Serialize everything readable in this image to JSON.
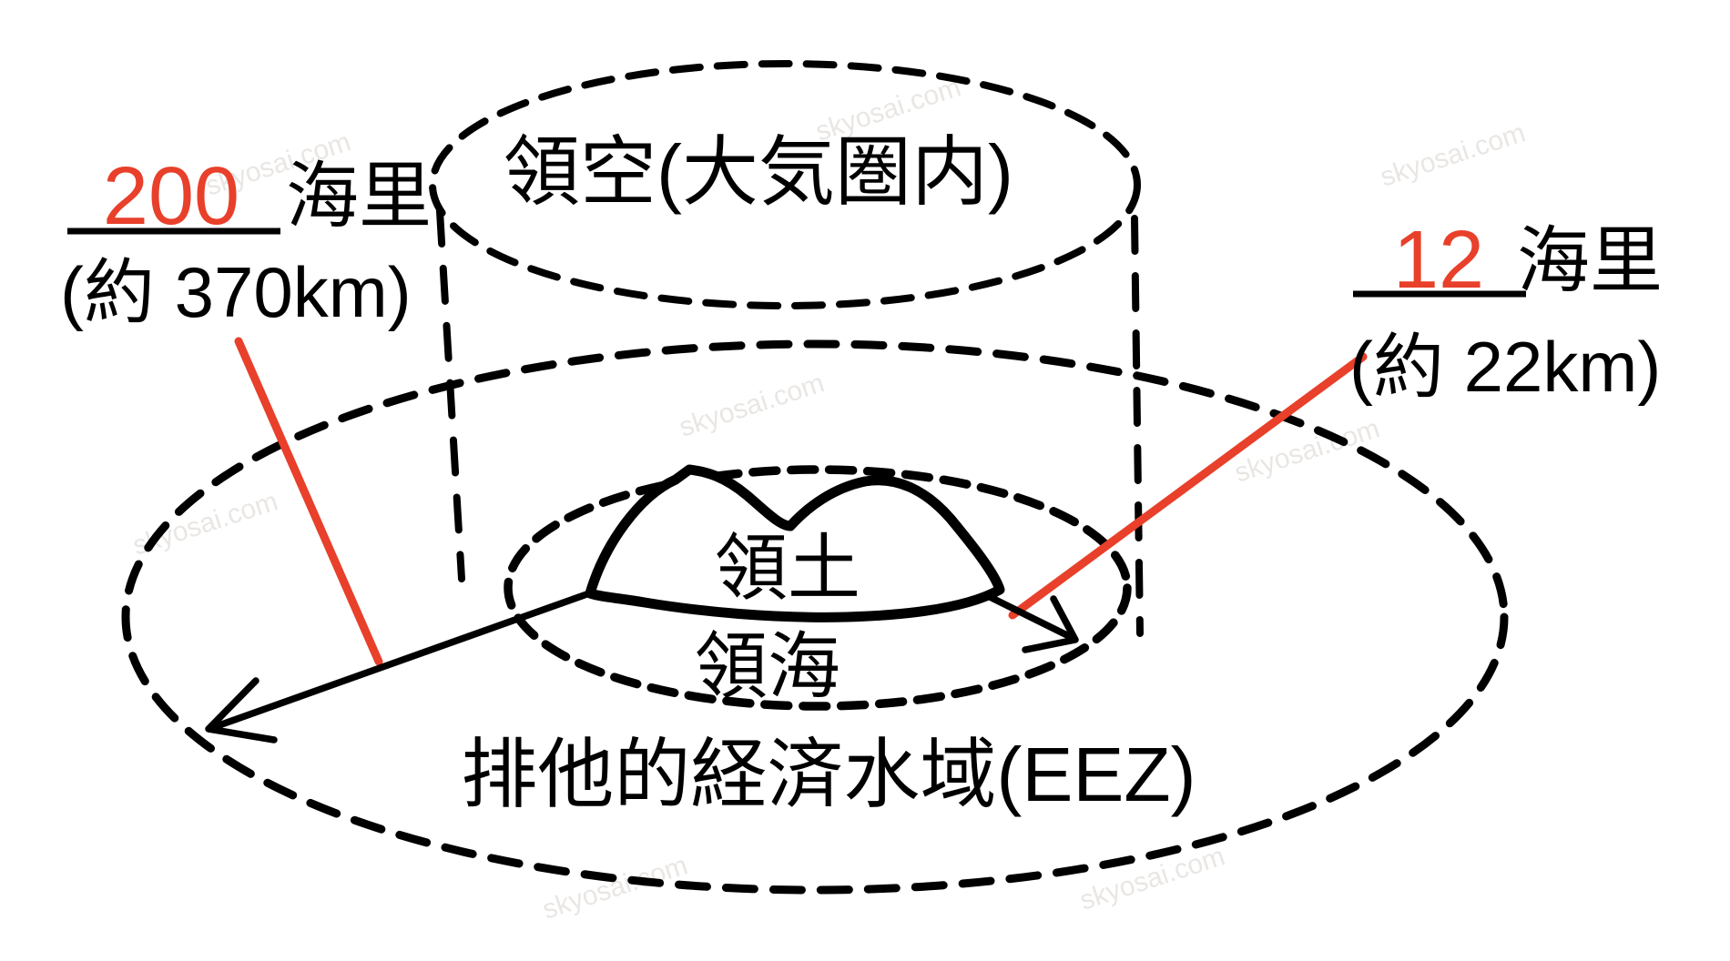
{
  "diagram": {
    "airspace_label": "領空(大気圏内)",
    "territory_label": "領土",
    "territorial_sea_label": "領海",
    "eez_label": "排他的経済水域(EEZ)",
    "left_measure": {
      "value": "200",
      "unit": "海里",
      "approx": "(約 370km)"
    },
    "right_measure": {
      "value": "12",
      "unit": "海里",
      "approx": "(約 22km)"
    },
    "colors": {
      "accent_red": "#e8402a",
      "ink": "#000000"
    },
    "watermark": "skyosai.com"
  }
}
